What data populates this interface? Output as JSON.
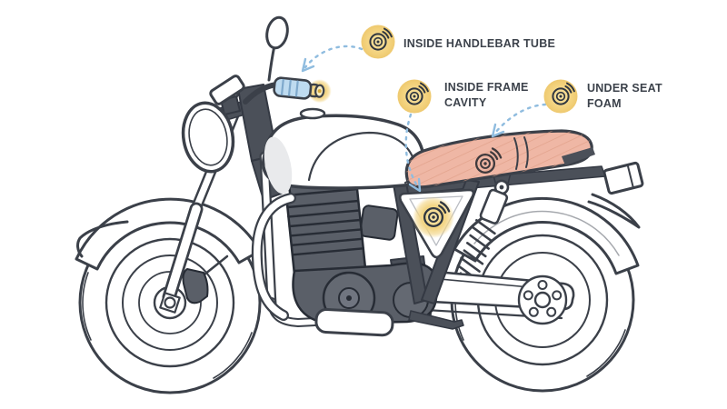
{
  "page": {
    "title": "Hand-drawn motorcycle diagram showing hidden tracker locations",
    "background": "#ffffff"
  },
  "annotations": {
    "handlebar_tube": {
      "line1": "INSIDE HANDLEBAR TUBE"
    },
    "frame_cavity": {
      "line1": "INSIDE FRAME",
      "line2": "CAVITY"
    },
    "under_seat": {
      "line1": "UNDER SEAT",
      "line2": "FOAM"
    }
  },
  "icons": {
    "tracker": "tracker-signal-icon",
    "arrow": "dashed-arrow"
  },
  "colors": {
    "ink": "#3b4049",
    "badge_yellow": "#f2d17e",
    "badge_yellow_light": "#f7e3a4",
    "icon_glyph": "#2f3640",
    "arrow_blue": "#8fbcdf",
    "seat_pink": "#efb7a5",
    "seat_hatch": "#dd9c84",
    "metal_gray": "#5a5f68",
    "frame_gray": "#4b5059",
    "grip_blue": "#bedbf0",
    "label_text": "#3c424b"
  }
}
